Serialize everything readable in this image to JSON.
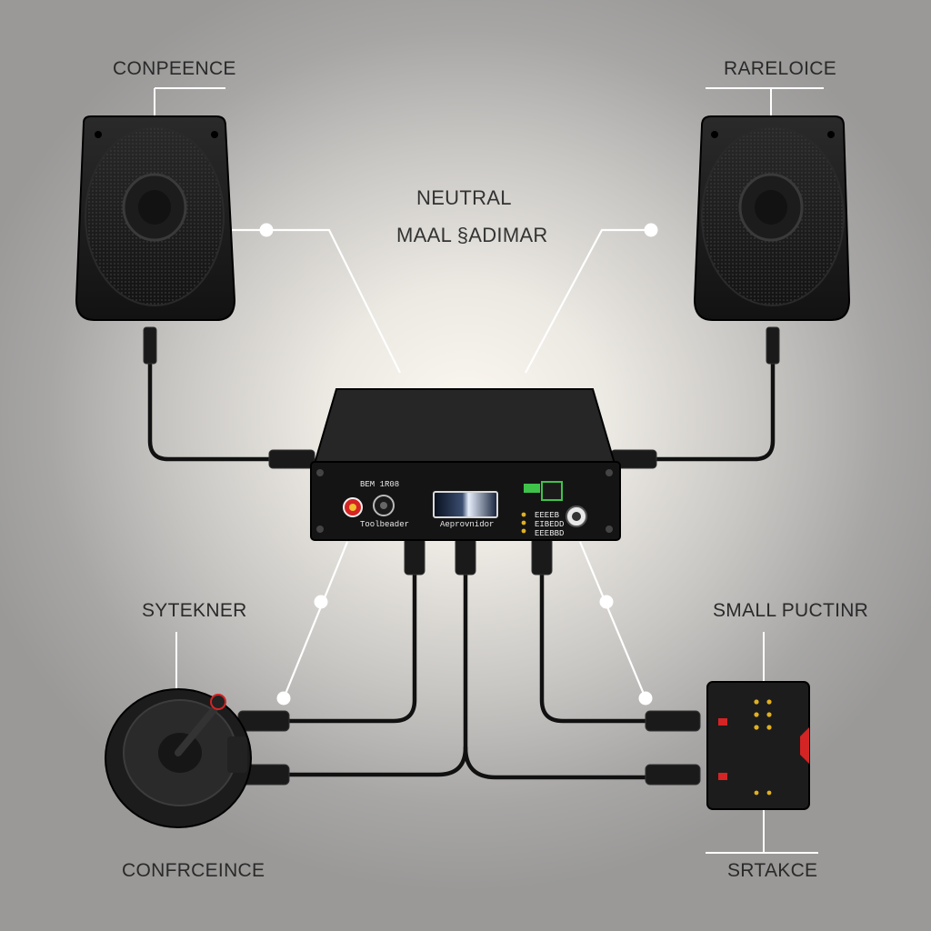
{
  "labels": {
    "top_left": "CONPEENCE",
    "top_right": "RARELOICE",
    "center_title": "NEUTRAL",
    "center_subtitle": "MAAL §ADIMAR",
    "mid_left": "SYTEKNER",
    "mid_right": "SMALL PUCTINR",
    "bottom_left": "CONFRCEINCE",
    "bottom_right": "SRTAKCE"
  },
  "device": {
    "left_label": "BEM 1R08",
    "left_sublabel": "Toolbeader",
    "center_label": "Aeprovnidor",
    "right_lines": [
      "EEEEB",
      "EIBEDD",
      "EEEBBD"
    ]
  },
  "colors": {
    "background_center": "#fbf8f0",
    "background_edge": "#9a9998",
    "device_body": "#1c1c1c",
    "cable": "#111111",
    "callout_line": "#ffffff",
    "accent_red": "#d42424",
    "accent_green": "#3fc24a",
    "led_amber": "#e0b020"
  },
  "icons": [
    "left-speaker-icon",
    "right-speaker-icon",
    "amplifier-icon",
    "turntable-icon",
    "small-processor-icon"
  ]
}
